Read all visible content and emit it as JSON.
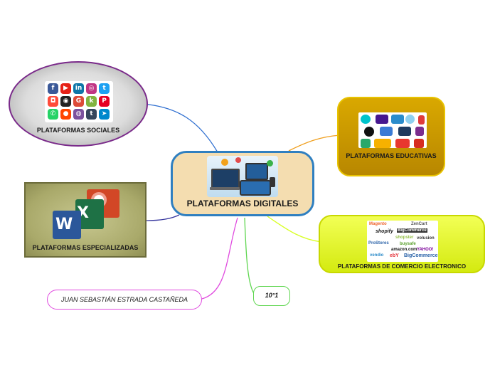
{
  "central": {
    "title": "PLATAFORMAS DIGITALES",
    "image": "digital-devices-illustration"
  },
  "branches": {
    "sociales": {
      "label": "PLATAFORMAS SOCIALES",
      "image": "social-media-logos-grid"
    },
    "educativas": {
      "label": "PLATAFORMAS EDUCATIVAS",
      "image": "educational-apps-logos"
    },
    "especializadas": {
      "label": "PLATAFORMAS ESPECIALIZADAS",
      "image": "office-apps-logos"
    },
    "comercio": {
      "label": "PLATAFORMAS DE COMERCIO ELECTRONICO",
      "image": "ecommerce-logos"
    }
  },
  "author": "JUAN SEBASTIÁN ESTRADA CASTAÑEDA",
  "grade": "10°1",
  "colors": {
    "central_border": "#2f7fc0",
    "central_fill": "#f4ddb0",
    "sociales_line": "#2f6fd0",
    "educativas_line": "#f0a020",
    "especializadas_line": "#3a3aa0",
    "comercio_line": "#d8ff20",
    "author_line": "#e04adf",
    "grade_line": "#5fd650"
  }
}
